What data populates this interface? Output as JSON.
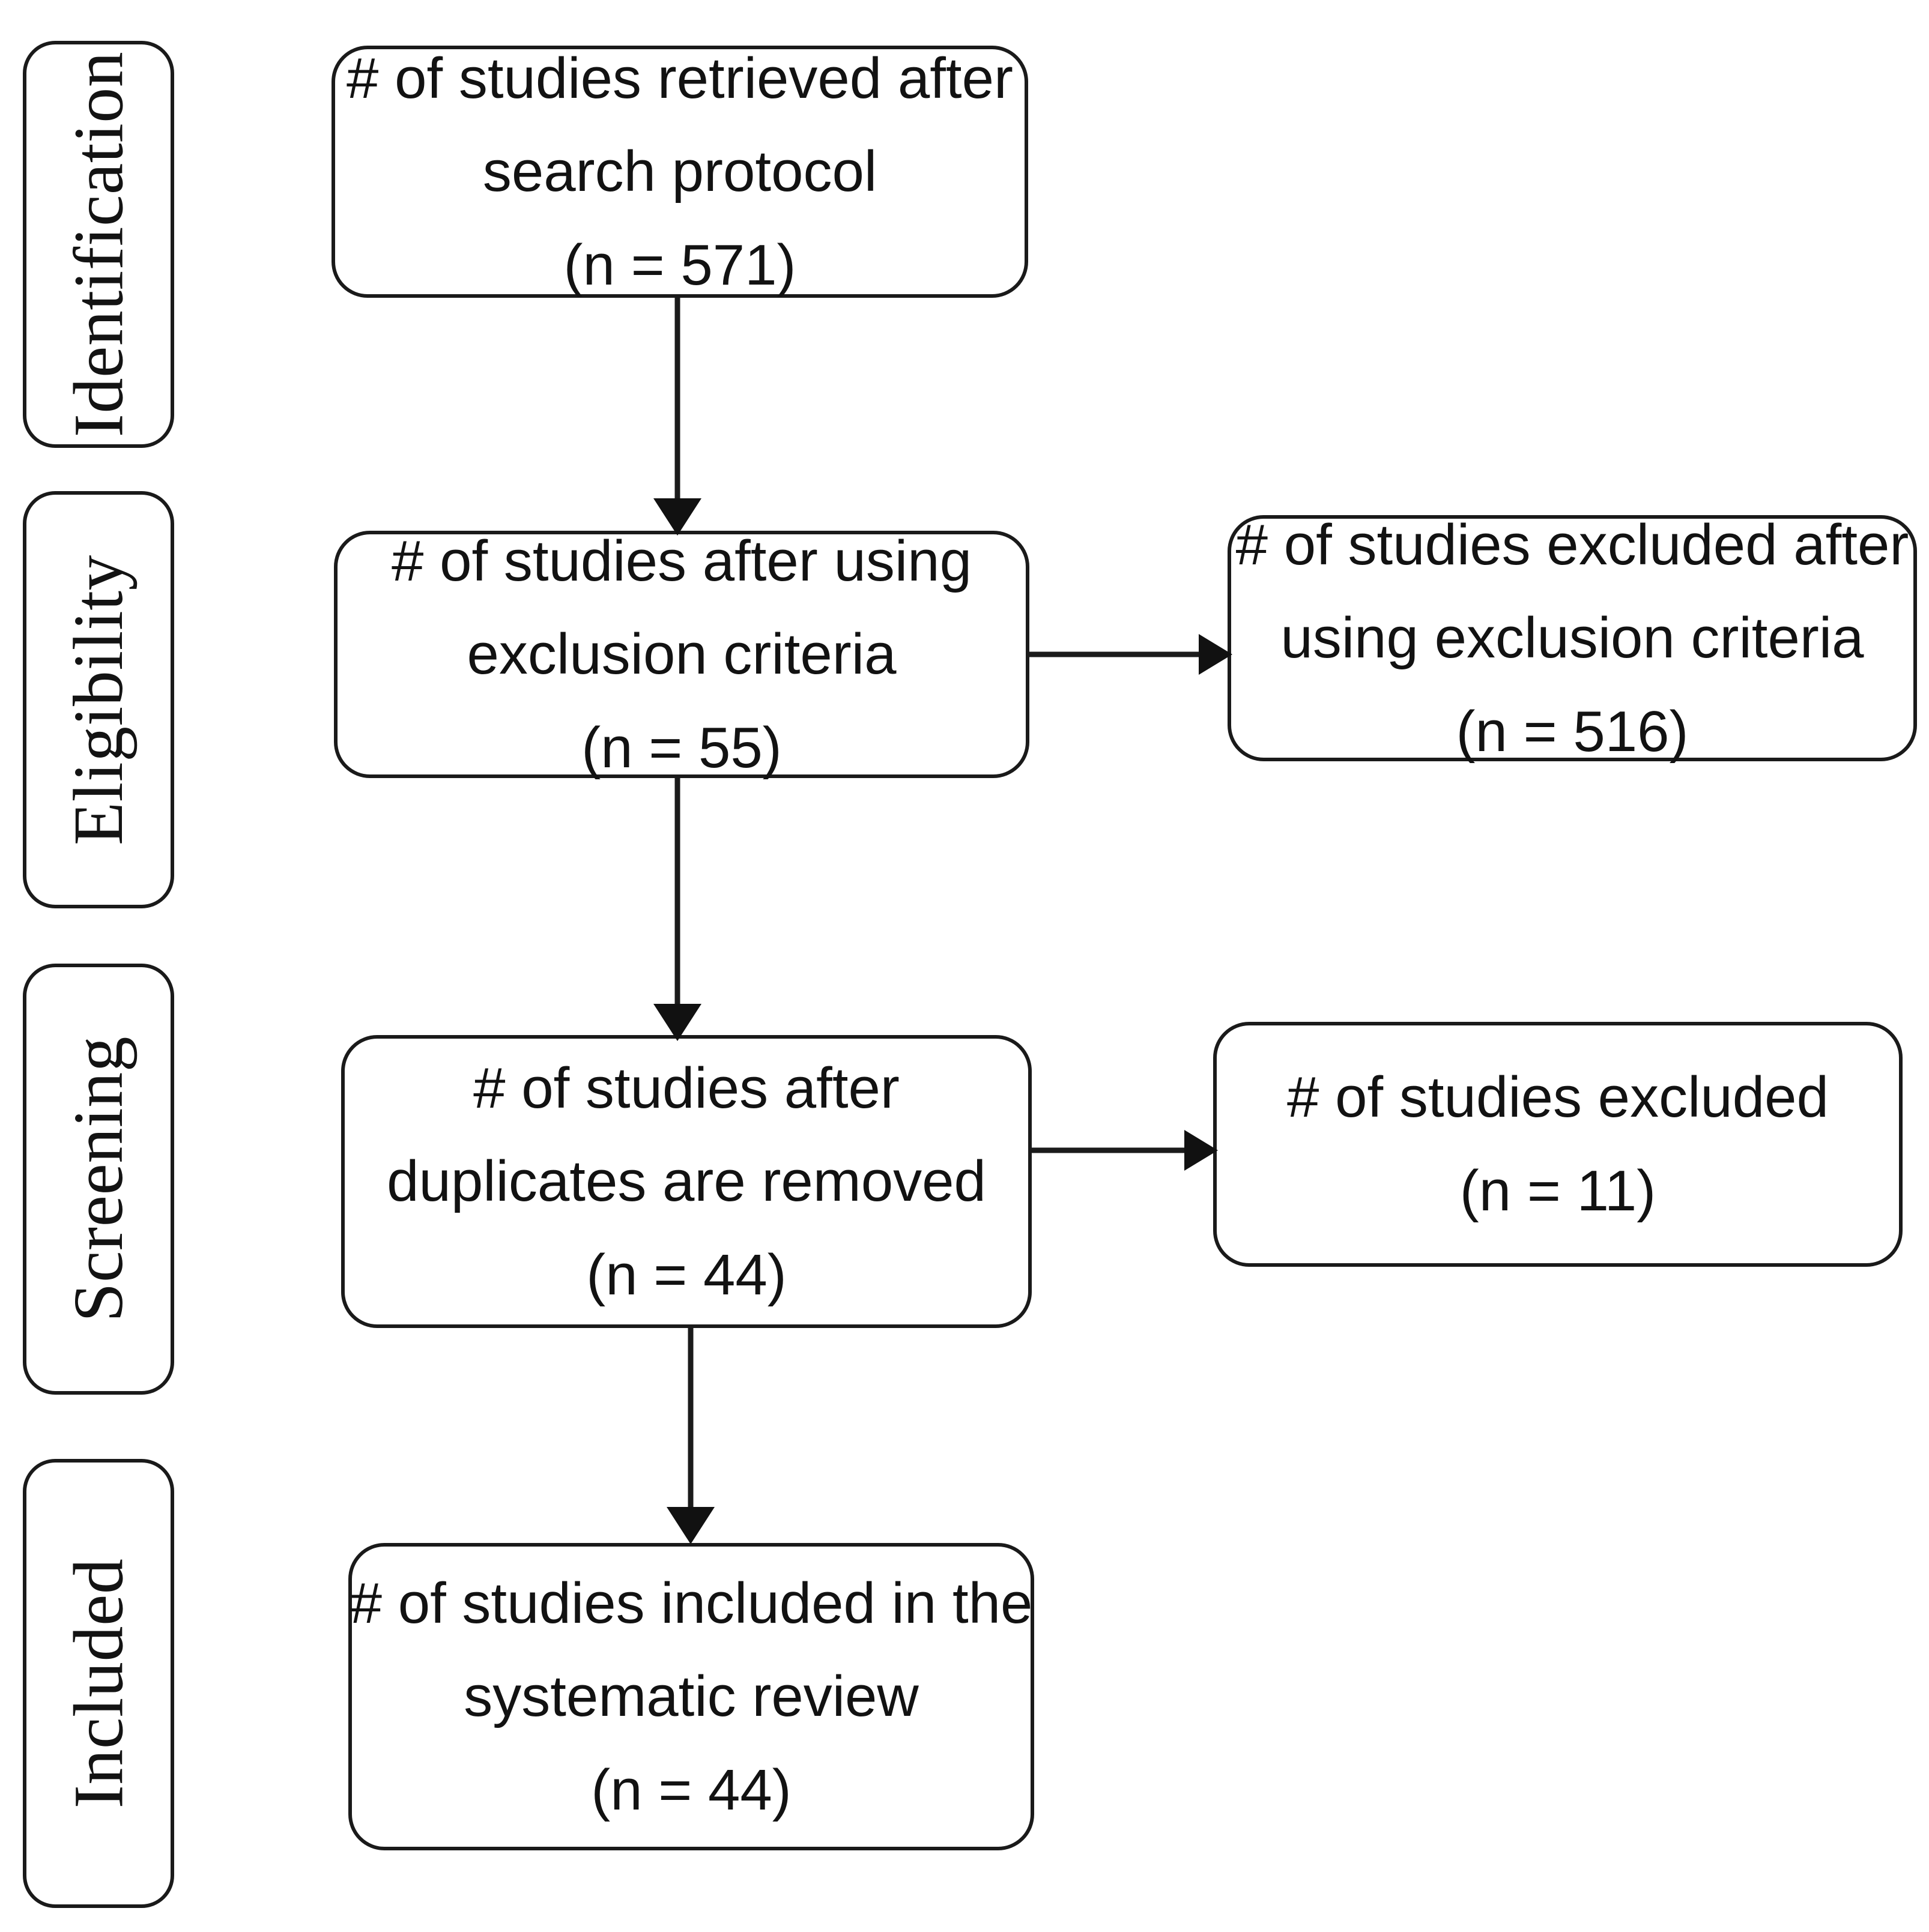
{
  "diagram": {
    "type": "prisma-flow-diagram",
    "stages": [
      {
        "id": "identification",
        "label": "Identification"
      },
      {
        "id": "eligibility",
        "label": "Eligibility"
      },
      {
        "id": "screening",
        "label": "Screening"
      },
      {
        "id": "included",
        "label": "Included"
      }
    ],
    "nodes": [
      {
        "id": "retrieved",
        "stage": "identification",
        "column": "main",
        "line1": "# of studies retrieved after",
        "line2": "search protocol",
        "line3": "(n = 571)",
        "count": 571
      },
      {
        "id": "after_exclusion_criteria",
        "stage": "eligibility",
        "column": "main",
        "line1": "# of studies after using",
        "line2": "exclusion criteria",
        "line3": "(n = 55)",
        "count": 55
      },
      {
        "id": "excluded_after_exclusion_criteria",
        "stage": "eligibility",
        "column": "side",
        "line1": "# of studies excluded after",
        "line2": "using exclusion criteria",
        "line3": "(n = 516)",
        "count": 516
      },
      {
        "id": "after_duplicates_removed",
        "stage": "screening",
        "column": "main",
        "line1": "# of studies after",
        "line2": "duplicates are removed",
        "line3": "(n = 44)",
        "count": 44
      },
      {
        "id": "excluded_screening",
        "stage": "screening",
        "column": "side",
        "line1": "# of studies excluded",
        "line2": "(n = 11)",
        "line3": "",
        "count": 11
      },
      {
        "id": "included_in_review",
        "stage": "included",
        "column": "main",
        "line1": "# of studies included in the",
        "line2": "systematic review",
        "line3": "(n = 44)",
        "count": 44
      }
    ],
    "edges": [
      {
        "from": "retrieved",
        "to": "after_exclusion_criteria",
        "direction": "down"
      },
      {
        "from": "after_exclusion_criteria",
        "to": "excluded_after_exclusion_criteria",
        "direction": "right"
      },
      {
        "from": "after_exclusion_criteria",
        "to": "after_duplicates_removed",
        "direction": "down"
      },
      {
        "from": "after_duplicates_removed",
        "to": "excluded_screening",
        "direction": "right"
      },
      {
        "from": "after_duplicates_removed",
        "to": "included_in_review",
        "direction": "down"
      }
    ],
    "colors": {
      "background": "#ffffff",
      "stroke": "#1a1a1a",
      "text": "#121212"
    }
  }
}
